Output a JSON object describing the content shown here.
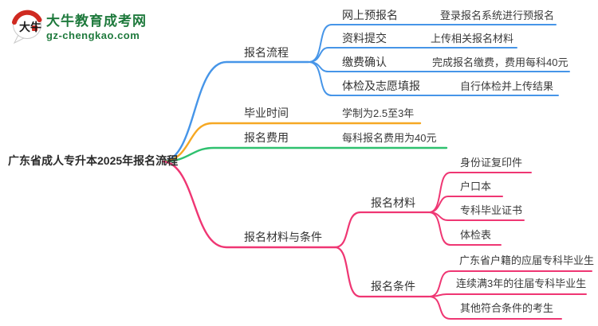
{
  "site": {
    "name": "大牛教育成考网",
    "domain": "gz-chengkao.com",
    "logo_text": "大牛",
    "brand_color": "#1f7a3d"
  },
  "colors": {
    "blue": "#4695e8",
    "orange": "#f6a823",
    "green": "#2ec16f",
    "pink": "#ef3673",
    "text": "#333333"
  },
  "root": {
    "label": "广东省成人专升本2025年报名流程"
  },
  "branches": [
    {
      "label": "报名流程",
      "color": "blue",
      "children": [
        {
          "label": "网上预报名",
          "detail": "登录报名系统进行预报名"
        },
        {
          "label": "资料提交",
          "detail": "上传相关报名材料"
        },
        {
          "label": "缴费确认",
          "detail": "完成报名缴费，费用每科40元"
        },
        {
          "label": "体检及志愿填报",
          "detail": "自行体检并上传结果"
        }
      ]
    },
    {
      "label": "毕业时间",
      "detail": "学制为2.5至3年",
      "color": "orange"
    },
    {
      "label": "报名费用",
      "detail": "每科报名费用为40元",
      "color": "green"
    },
    {
      "label": "报名材料与条件",
      "color": "pink",
      "children": [
        {
          "label": "报名材料",
          "items": [
            "身份证复印件",
            "户口本",
            "专科毕业证书",
            "体检表"
          ]
        },
        {
          "label": "报名条件",
          "items": [
            "广东省户籍的应届专科毕业生",
            "连续满3年的往届专科毕业生",
            "其他符合条件的考生"
          ]
        }
      ]
    }
  ]
}
